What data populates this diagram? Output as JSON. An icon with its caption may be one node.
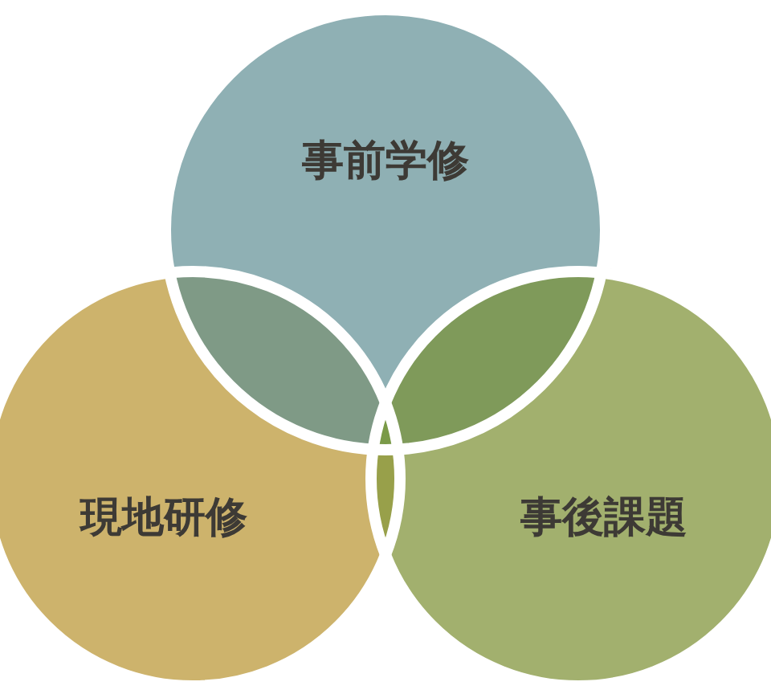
{
  "diagram": {
    "nodes": [
      {
        "text": [
          "事前学修"
        ]
      },
      {
        "text": [
          "現地研修"
        ]
      },
      {
        "text": [
          "事後課題"
        ]
      }
    ]
  }
}
